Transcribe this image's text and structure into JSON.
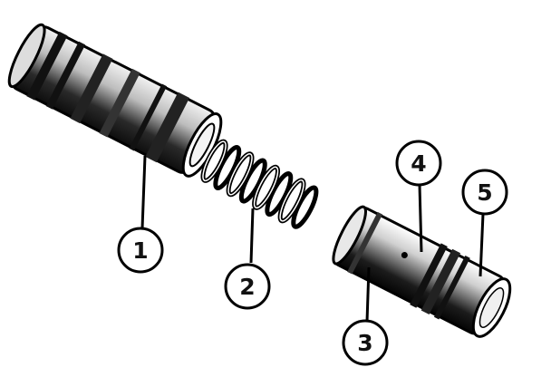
{
  "diagram": {
    "callouts": [
      {
        "label": "1"
      },
      {
        "label": "2"
      },
      {
        "label": "3"
      },
      {
        "label": "4"
      },
      {
        "label": "5"
      }
    ]
  }
}
